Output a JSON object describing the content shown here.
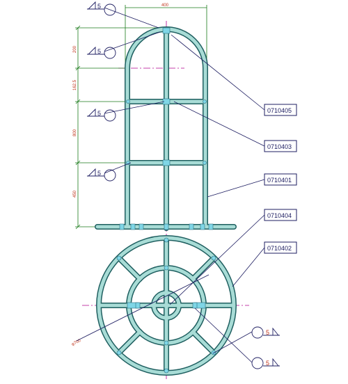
{
  "dimensions": {
    "top_width": "400",
    "arc_height": "200",
    "segment_2": "162.5",
    "segment_3": "800",
    "segment_4": "450",
    "diameter": "φ700"
  },
  "part_tags": [
    "0710405",
    "0710403",
    "0710401",
    "0710404",
    "0710402"
  ],
  "weld_symbols": {
    "elevation": [
      "5",
      "5",
      "5",
      "5"
    ],
    "plan": [
      "5",
      "5"
    ]
  },
  "colors": {
    "tube_outline": "#1f5f60",
    "tube_fill": "#a8dcd6",
    "center_line": "#b0008e",
    "leader": "#1c1c60",
    "dimension": "#1a7a1a"
  }
}
